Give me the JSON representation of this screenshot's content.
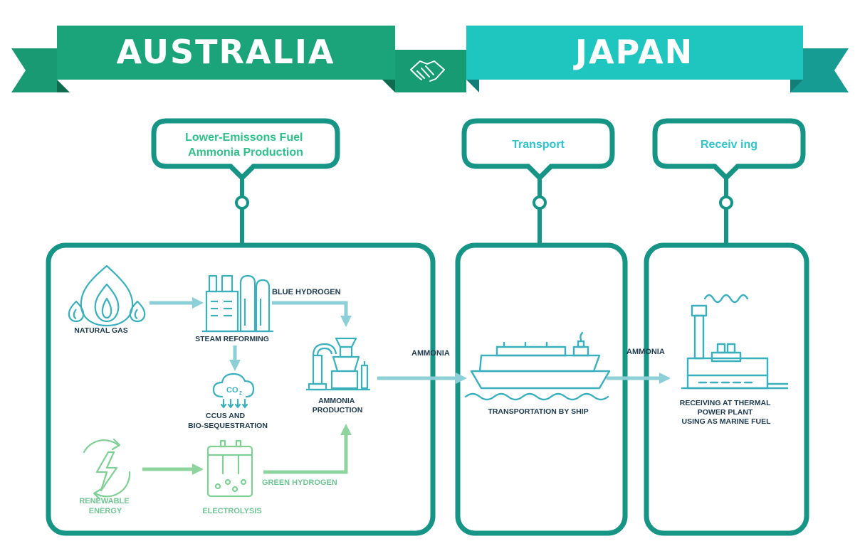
{
  "colors": {
    "australia_green": "#1ba37a",
    "australia_dark": "#0f6b4e",
    "japan_teal": "#1fc6c0",
    "japan_dark": "#137d78",
    "frame_teal": "#169486",
    "arrow_blue": "#8ccfd6",
    "arrow_green": "#8fd39e",
    "icon_teal": "#3ab0bd",
    "icon_green": "#7fcf96",
    "bubble_text_green": "#2fc08a",
    "bubble_text_teal": "#2ec4c9",
    "label_dark": "#1d3a4d"
  },
  "banners": {
    "australia": "AUSTRALIA",
    "japan": "JAPAN",
    "handshake_icon": "handshake-icon"
  },
  "stages": [
    {
      "id": "production",
      "title_lines": [
        "Lower-Emissons Fuel",
        "Ammonia Production"
      ]
    },
    {
      "id": "transport",
      "title_lines": [
        "Transport"
      ]
    },
    {
      "id": "receiving",
      "title_lines": [
        "Receiv ing"
      ]
    }
  ],
  "nodes": {
    "natural_gas": {
      "label_lines": [
        "NATURAL GAS"
      ],
      "icon": "flame-icon"
    },
    "steam_reforming": {
      "label_lines": [
        "STEAM REFORMING"
      ],
      "icon": "refinery-icon"
    },
    "ccus": {
      "label_lines": [
        "CCUS AND",
        "BIO-SEQUESTRATION"
      ],
      "icon": "co2-cloud-icon",
      "formula": "CO",
      "formula_sub": "2"
    },
    "ammonia_production": {
      "label_lines": [
        "AMMONIA",
        "PRODUCTION"
      ],
      "icon": "ammonia-plant-icon"
    },
    "renewable_energy": {
      "label_lines": [
        "RENEWABLE",
        "ENERGY"
      ],
      "icon": "renewable-bolt-icon"
    },
    "electrolysis": {
      "label_lines": [
        "ELECTROLYSIS"
      ],
      "icon": "electrolysis-icon"
    },
    "ship": {
      "label_lines": [
        "TRANSPORTATION BY SHIP"
      ],
      "icon": "ship-icon"
    },
    "power_plant": {
      "label_lines": [
        "RECEIVING AT THERMAL",
        "POWER PLANT",
        "USING AS MARINE FUEL"
      ],
      "icon": "power-plant-icon"
    }
  },
  "flows": {
    "blue_hydrogen": "BLUE HYDROGEN",
    "green_hydrogen": "GREEN HYDROGEN",
    "ammonia_to_ship": "AMMONIA",
    "ammonia_to_plant": "AMMONIA"
  }
}
